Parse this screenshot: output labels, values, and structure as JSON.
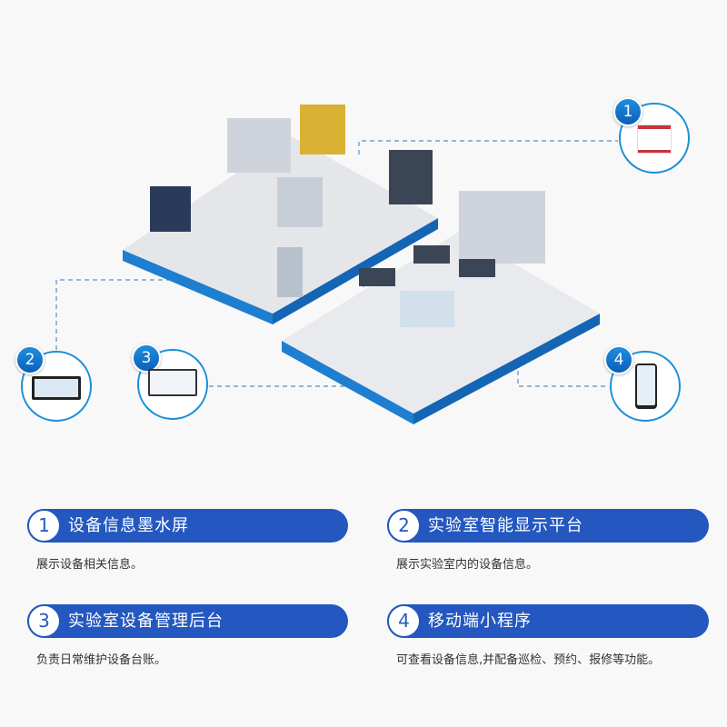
{
  "callouts": [
    {
      "number": "1",
      "device": "e-ink-label"
    },
    {
      "number": "2",
      "device": "tablet-display"
    },
    {
      "number": "3",
      "device": "desktop-monitor"
    },
    {
      "number": "4",
      "device": "smartphone"
    }
  ],
  "features": [
    {
      "number": "1",
      "title": "设备信息墨水屏",
      "description": "展示设备相关信息。"
    },
    {
      "number": "2",
      "title": "实验室智能显示平台",
      "description": "展示实验室内的设备信息。"
    },
    {
      "number": "3",
      "title": "实验室设备管理后台",
      "description": "负责日常维护设备台账。"
    },
    {
      "number": "4",
      "title": "移动端小程序",
      "description": "可查看设备信息,并配备巡检、预约、报修等功能。"
    }
  ],
  "colors": {
    "accent": "#2458c0",
    "callout_ring": "#1a8fd8",
    "platform_edge": "#1e7fd0"
  }
}
